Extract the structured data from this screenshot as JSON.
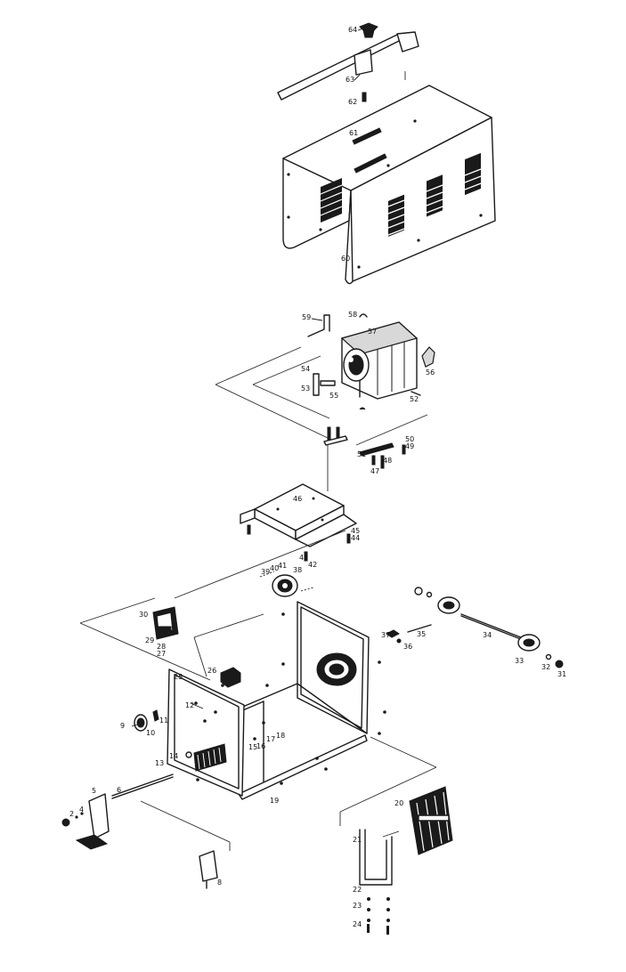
{
  "diagram": {
    "type": "exploded parts view",
    "part_labels": [
      "2",
      "4",
      "5",
      "6",
      "8",
      "9",
      "10",
      "11",
      "12",
      "13",
      "14",
      "15",
      "16",
      "17",
      "18",
      "19",
      "20",
      "21",
      "22",
      "23",
      "24",
      "25",
      "26",
      "27",
      "28",
      "29",
      "30",
      "31",
      "32",
      "33",
      "34",
      "35",
      "36",
      "37",
      "38",
      "39",
      "40",
      "41",
      "42",
      "43",
      "44",
      "45",
      "46",
      "47",
      "48",
      "49",
      "50",
      "51",
      "52",
      "53",
      "54",
      "55",
      "56",
      "57",
      "58",
      "59",
      "60",
      "61",
      "62",
      "63",
      "64"
    ]
  }
}
